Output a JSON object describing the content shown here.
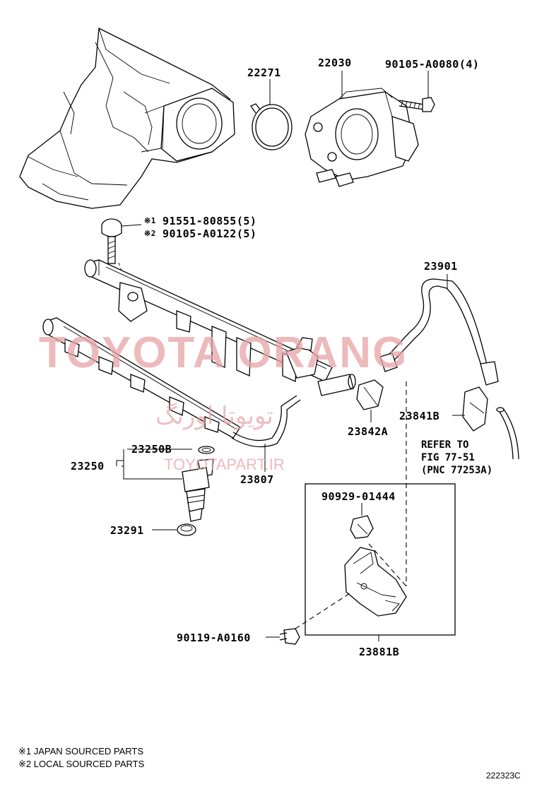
{
  "parts": {
    "p22271": "22271",
    "p22030": "22030",
    "p90105_a0080": "90105-A0080(4)",
    "p91551": "91551-80855(5)",
    "p90105_a0122": "90105-A0122(5)",
    "p23901": "23901",
    "p23841b": "23841B",
    "p23842a": "23842A",
    "p23807": "23807",
    "p23250b": "23250B",
    "p23250": "23250",
    "p23291": "23291",
    "p90929": "90929-01444",
    "p90119": "90119-A0160",
    "p23881b": "23881B"
  },
  "marks": {
    "m1": "※1",
    "m2": "※2"
  },
  "refer": {
    "line1": "REFER TO",
    "line2": "FIG 77-51",
    "line3": "(PNC 77253A)"
  },
  "notes": {
    "n1": "※1 JAPAN SOURCED PARTS",
    "n2": "※2 LOCAL SOURCED PARTS"
  },
  "figure_code": "222323C",
  "watermark": {
    "brand": "TOYOTA ORANG",
    "arabic": "تویوتا اورنگ",
    "site": "TOYOTAPART.IR",
    "color": "#e8a3a6"
  }
}
